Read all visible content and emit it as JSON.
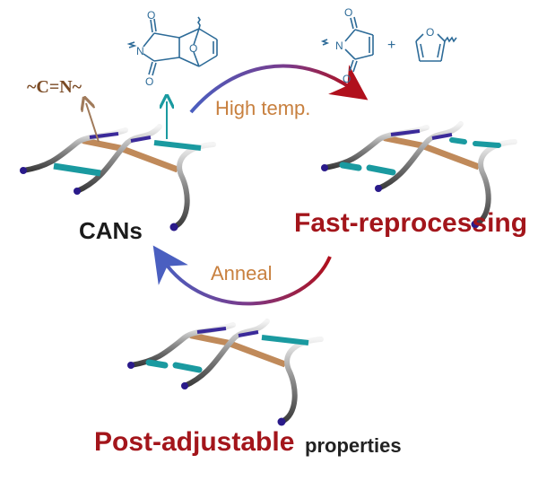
{
  "figure": {
    "networks": [
      {
        "id": "cans",
        "label": "CANs"
      },
      {
        "id": "fast",
        "label": "Fast-reprocessing"
      },
      {
        "id": "post",
        "label_main": "Post-adjustable",
        "label_sub": "properties"
      }
    ],
    "arrows": {
      "forward_label": "High temp.",
      "reverse_label": "Anneal"
    },
    "chemistry": {
      "imine_label": "~C=N~",
      "plus_sign": "+",
      "adduct_atoms": {
        "n": "N",
        "o_top": "O",
        "o_bottom": "O",
        "o_bridge": "O"
      },
      "maleimide_atoms": {
        "n": "N",
        "o_top": "O",
        "o_bottom": "O"
      },
      "furan_atoms": {
        "o": "O"
      }
    },
    "colors": {
      "chem_blue": "#2d6b98",
      "teal": "#1a9aa0",
      "brown_bond": "#c08a5a",
      "dark_red": "#a3151b",
      "orange_text": "#c8803f",
      "arrow_start": "#4a5fc0",
      "arrow_end": "#b0101c"
    }
  }
}
